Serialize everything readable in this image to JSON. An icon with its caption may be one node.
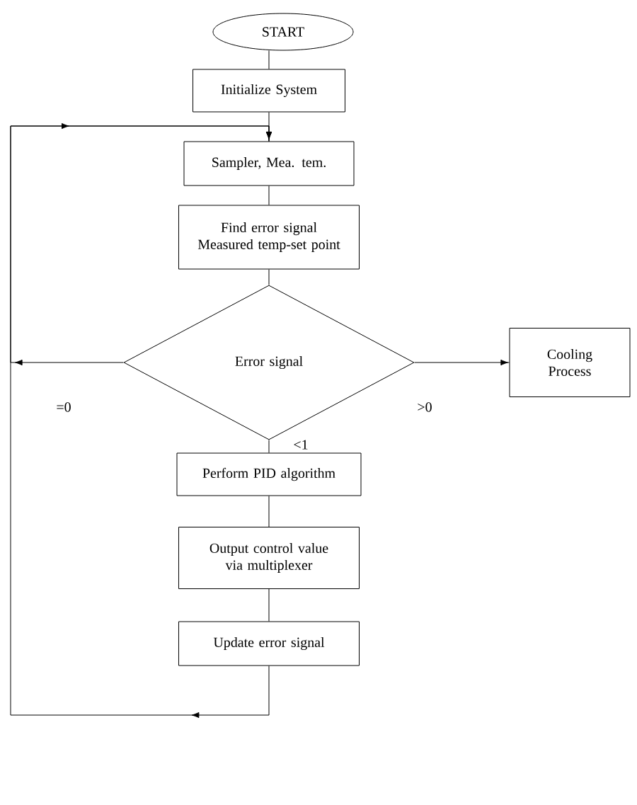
{
  "diagram": {
    "nodes": [
      {
        "text": [
          "START"
        ]
      },
      {
        "text": [
          "Initialize System"
        ]
      },
      {
        "text": [
          "Sampler, Mea. tem."
        ]
      },
      {
        "text": [
          "Find error signal",
          "Measured temp-set point"
        ]
      },
      {
        "text": [
          "Error signal"
        ]
      },
      {
        "text": [
          "Cooling Process"
        ]
      },
      {
        "text": [
          "Perform PID algorithm"
        ]
      },
      {
        "text": [
          "Output control value via multiplexer"
        ]
      },
      {
        "text": [
          "Update error signal"
        ]
      }
    ],
    "edges": [
      {
        "from": 0,
        "to": 1,
        "arrow": "none"
      },
      {
        "from": 1,
        "to": 2,
        "arrow": "none"
      },
      {
        "from": 2,
        "to": 3,
        "arrow": "none"
      },
      {
        "from": 3,
        "to": 4,
        "arrow": "none"
      },
      {
        "from": 4,
        "to": 5,
        "arrow": "to",
        "label": ">0"
      },
      {
        "from": 4,
        "to": 6,
        "arrow": "none",
        "label": "<1"
      },
      {
        "from": 6,
        "to": 7,
        "arrow": "none"
      },
      {
        "from": 7,
        "to": 8,
        "arrow": "none"
      },
      {
        "from": 8,
        "to": 2,
        "arrow": "to"
      },
      {
        "from": 4,
        "to": 2,
        "arrow": "to",
        "label": "=0"
      }
    ]
  }
}
